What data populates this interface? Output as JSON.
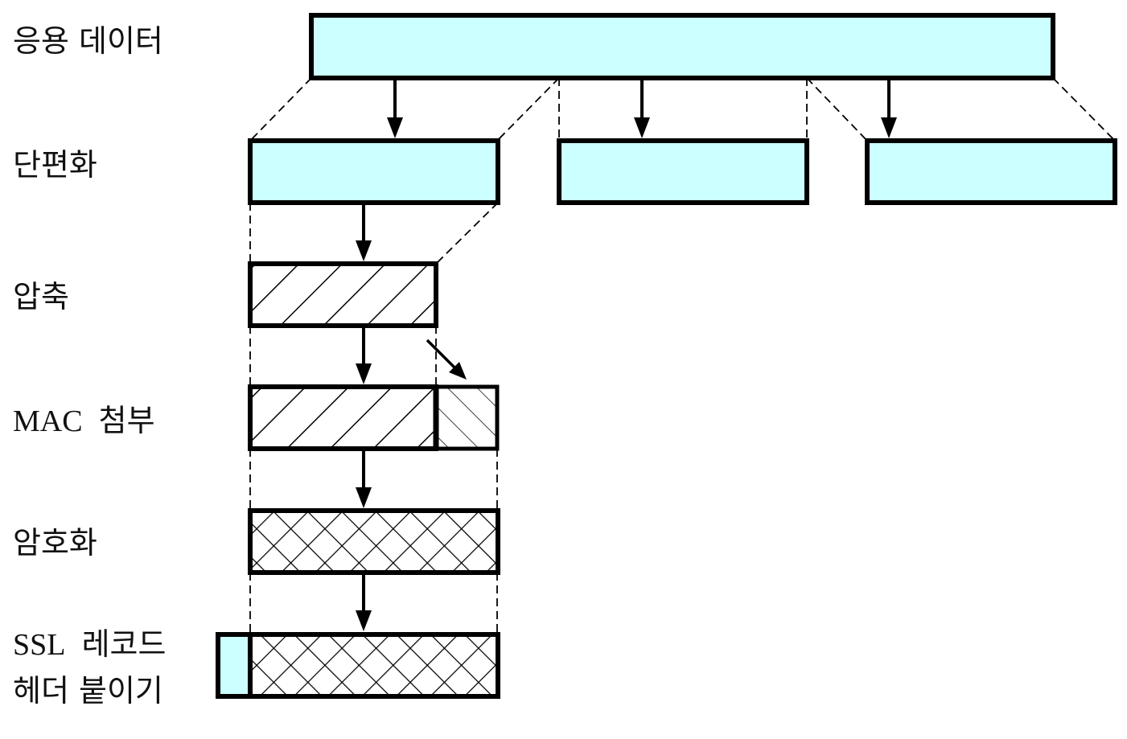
{
  "diagram": {
    "stages": {
      "app_data": "응용 데이터",
      "fragment": "단편화",
      "compress": "압축",
      "mac_prefix": "MAC",
      "mac_suffix": "첨부",
      "encrypt": "암호화",
      "header_line1_prefix": "SSL",
      "header_line1_suffix": "레코드",
      "header_line2": "헤더 붙이기"
    },
    "colors": {
      "fill": "#ccffff",
      "stroke": "#000000",
      "dash": "#000000"
    }
  }
}
